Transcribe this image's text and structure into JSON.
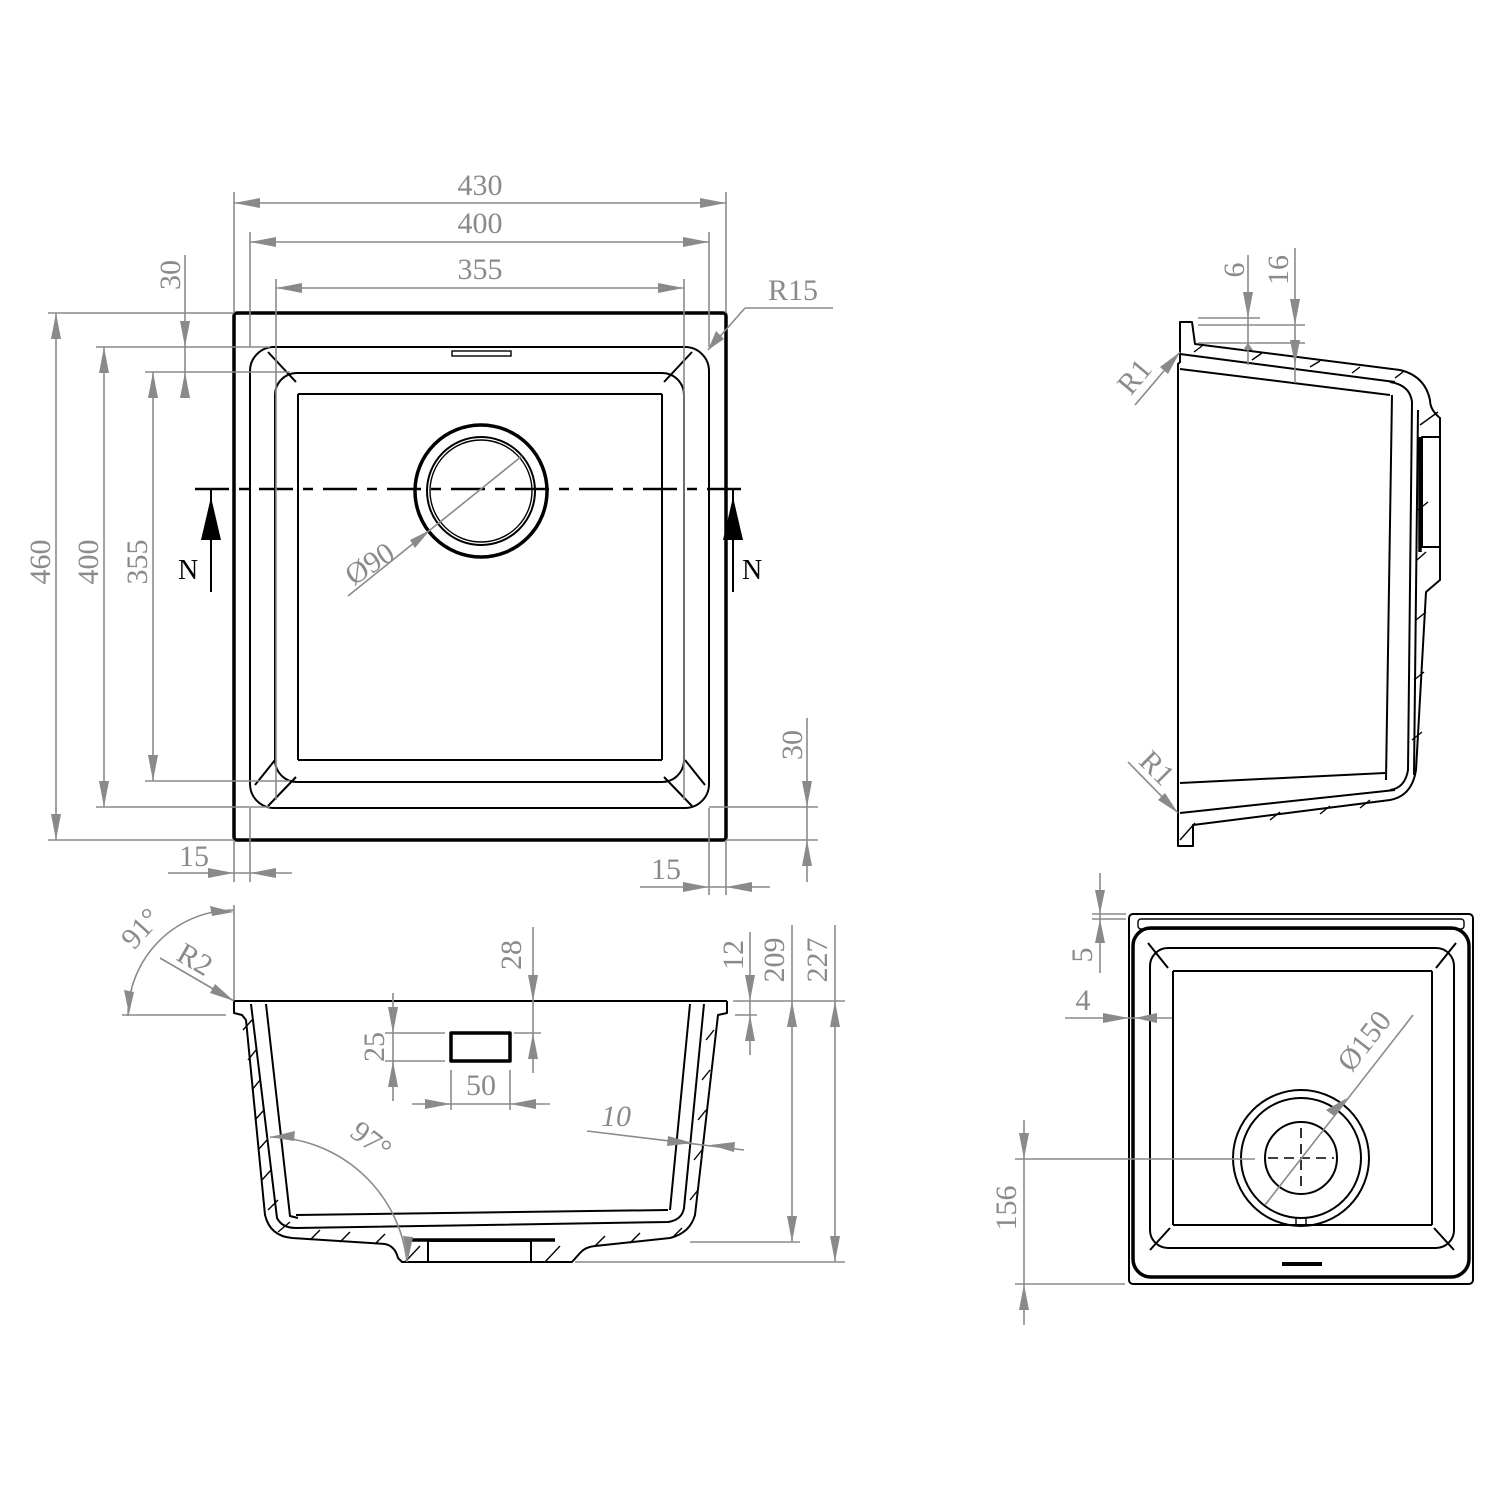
{
  "drawing": {
    "title": "Undermount sink technical drawing",
    "colors": {
      "object_line": "#000000",
      "dimension_line": "#8a8a8a",
      "background": "#ffffff"
    },
    "units": "mm"
  },
  "top_view": {
    "dims": {
      "overall_width": "430",
      "bowl_width": "400",
      "inner_width": "355",
      "overall_depth": "460",
      "bowl_depth": "400",
      "inner_depth": "355",
      "rim_top": "30",
      "rim_bottom": "30",
      "flange_left": "15",
      "flange_right": "15",
      "corner_radius": "R15",
      "drain_diameter": "Ø90"
    },
    "section_marker": {
      "left": "N",
      "right": "N"
    }
  },
  "front_section": {
    "dims": {
      "top_angle": "91°",
      "edge_radius": "R2",
      "overflow_offset": "28",
      "overflow_height": "25",
      "overflow_width": "50",
      "wall_thickness": "10",
      "wall_angle": "97°",
      "flange_height": "12",
      "bowl_height": "209",
      "total_height": "227"
    }
  },
  "side_section": {
    "dims": {
      "lip_6": "6",
      "lip_16": "16",
      "radius_top": "R1",
      "radius_bottom": "R1"
    }
  },
  "bottom_view": {
    "dims": {
      "rim_5": "5",
      "rim_4": "4",
      "drain_diameter": "Ø150",
      "drain_offset": "156"
    }
  }
}
